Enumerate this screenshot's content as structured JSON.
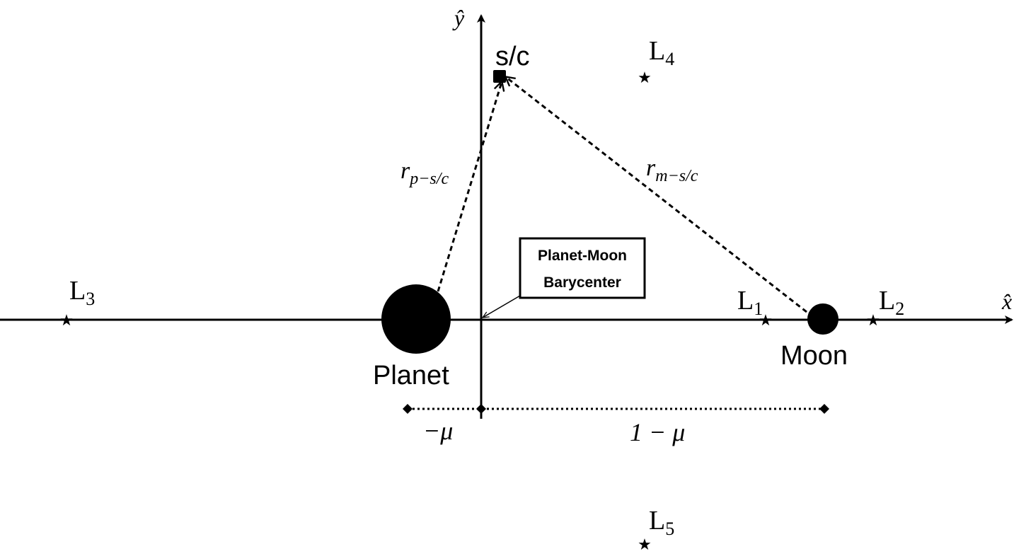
{
  "axes": {
    "x_label": "x̂",
    "y_label": "ŷ"
  },
  "bodies": {
    "planet_label": "Planet",
    "moon_label": "Moon",
    "spacecraft_label": "s/c"
  },
  "vectors": {
    "planet_to_sc": {
      "symbol": "r",
      "subscript": "p−s/c"
    },
    "moon_to_sc": {
      "symbol": "r",
      "subscript": "m−s/c"
    }
  },
  "barycenter_box": {
    "line1": "Planet-Moon",
    "line2": "Barycenter"
  },
  "lagrange_points": [
    {
      "base": "L",
      "sub": "1"
    },
    {
      "base": "L",
      "sub": "2"
    },
    {
      "base": "L",
      "sub": "3"
    },
    {
      "base": "L",
      "sub": "4"
    },
    {
      "base": "L",
      "sub": "5"
    }
  ],
  "distances": {
    "planet_offset": "−μ",
    "moon_offset": "1 − μ"
  },
  "colors": {
    "ink": "#000000",
    "background": "#ffffff"
  }
}
